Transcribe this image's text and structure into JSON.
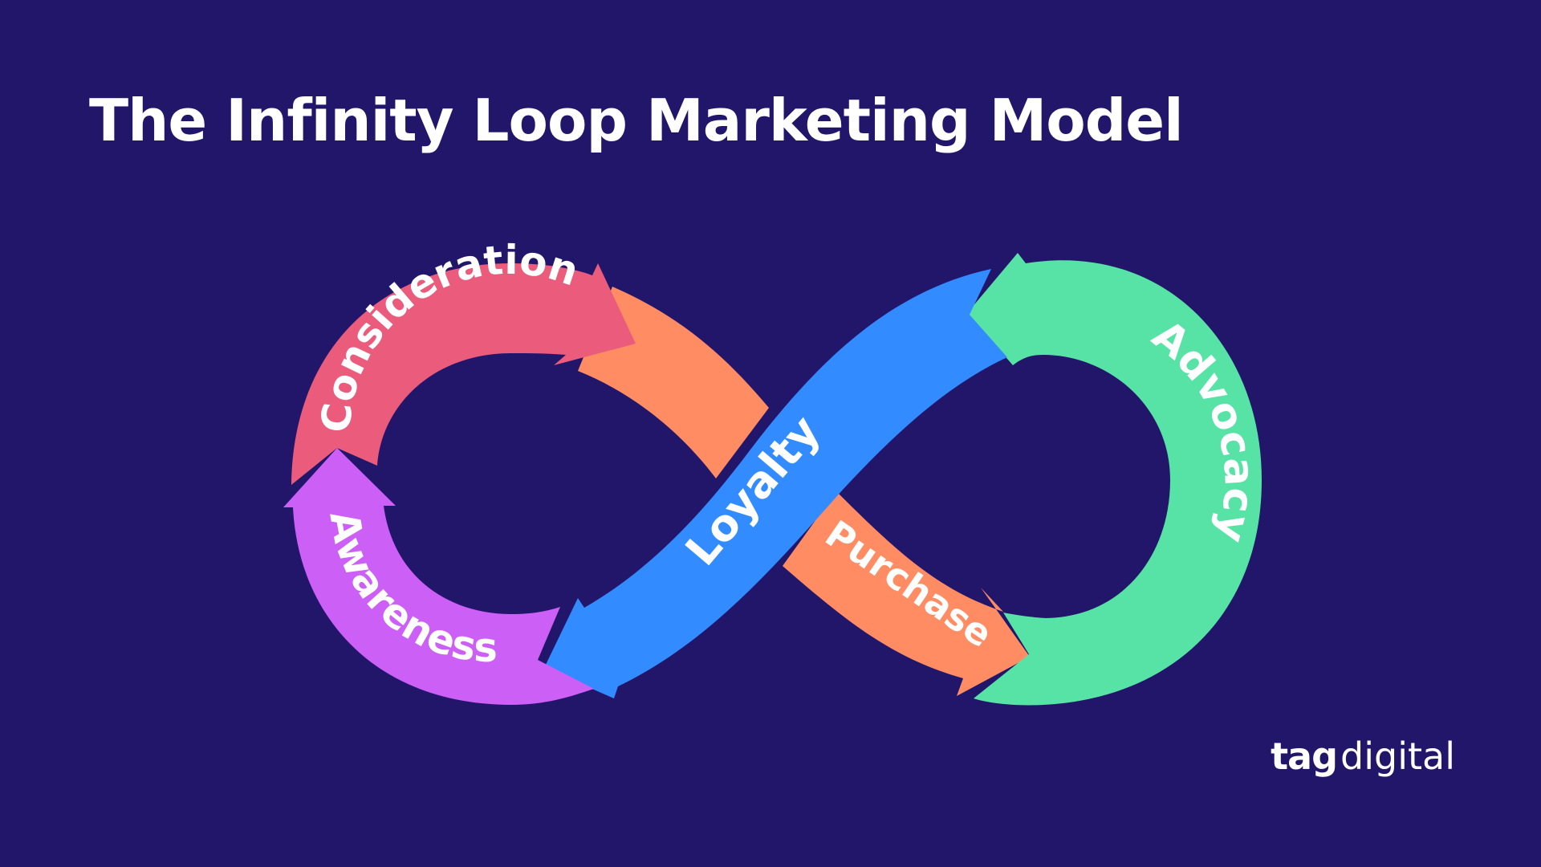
{
  "title": "The Infinity Loop Marketing Model",
  "stages": [
    {
      "id": "awareness",
      "label": "Awareness",
      "color": "#cc5ff5"
    },
    {
      "id": "consideration",
      "label": "Consideration",
      "color": "#ea5b7c"
    },
    {
      "id": "purchase",
      "label": "Purchase",
      "color": "#ff8c63"
    },
    {
      "id": "advocacy",
      "label": "Advocacy",
      "color": "#58e3a6"
    },
    {
      "id": "loyalty",
      "label": "Loyalty",
      "color": "#338cff"
    }
  ],
  "background_color": "#22166b",
  "logo": {
    "tag": "tag",
    "digital": "digital"
  }
}
